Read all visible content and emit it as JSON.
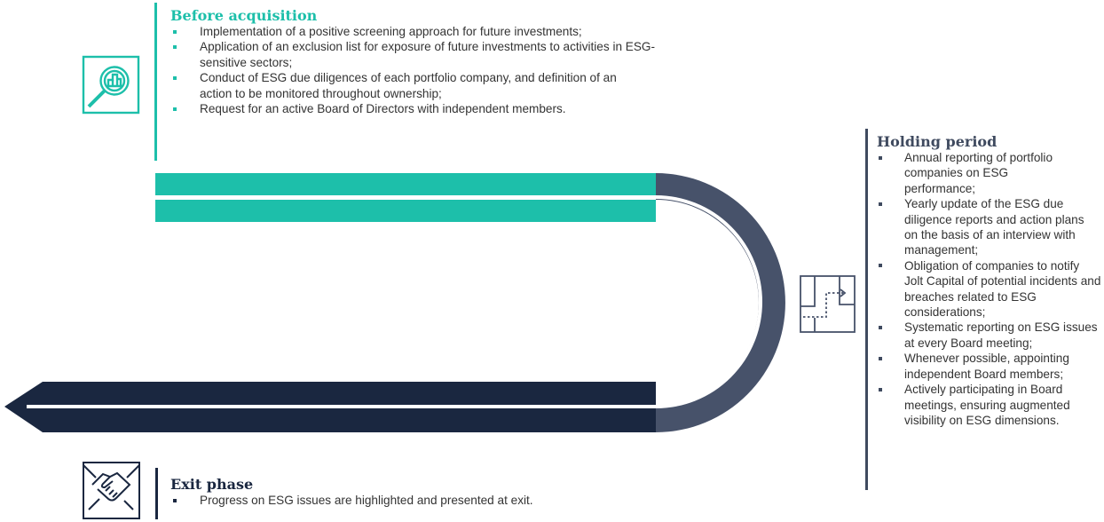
{
  "colors": {
    "teal": "#1dbfaa",
    "slate": "#47526a",
    "navy": "#1a2740"
  },
  "icons": {
    "before": "magnifier-chart-icon",
    "holding": "floor-plan-path-icon",
    "exit": "handshake-icon"
  },
  "before": {
    "title": "Before acquisition",
    "items": [
      "Implementation of a positive screening approach for future investments;",
      "Application of an exclusion list for exposure of future investments to activities in ESG-sensitive sectors;",
      "Conduct of ESG due diligences of each portfolio company, and definition of an action to be monitored throughout ownership;",
      "Request for an active Board of Directors with independent members."
    ]
  },
  "holding": {
    "title": "Holding period",
    "items": [
      "Annual reporting of portfolio companies on ESG performance;",
      "Yearly update of the ESG due diligence reports and action plans on the basis of an interview with management;",
      "Obligation of companies to notify Jolt Capital of potential incidents and breaches related to ESG considerations;",
      "Systematic reporting on ESG issues at every Board meeting;",
      "Whenever possible, appointing independent Board members;",
      "Actively participating in Board meetings, ensuring augmented visibility on ESG dimensions."
    ]
  },
  "exit": {
    "title": "Exit phase",
    "items": [
      "Progress on ESG issues are highlighted and presented at exit."
    ]
  }
}
